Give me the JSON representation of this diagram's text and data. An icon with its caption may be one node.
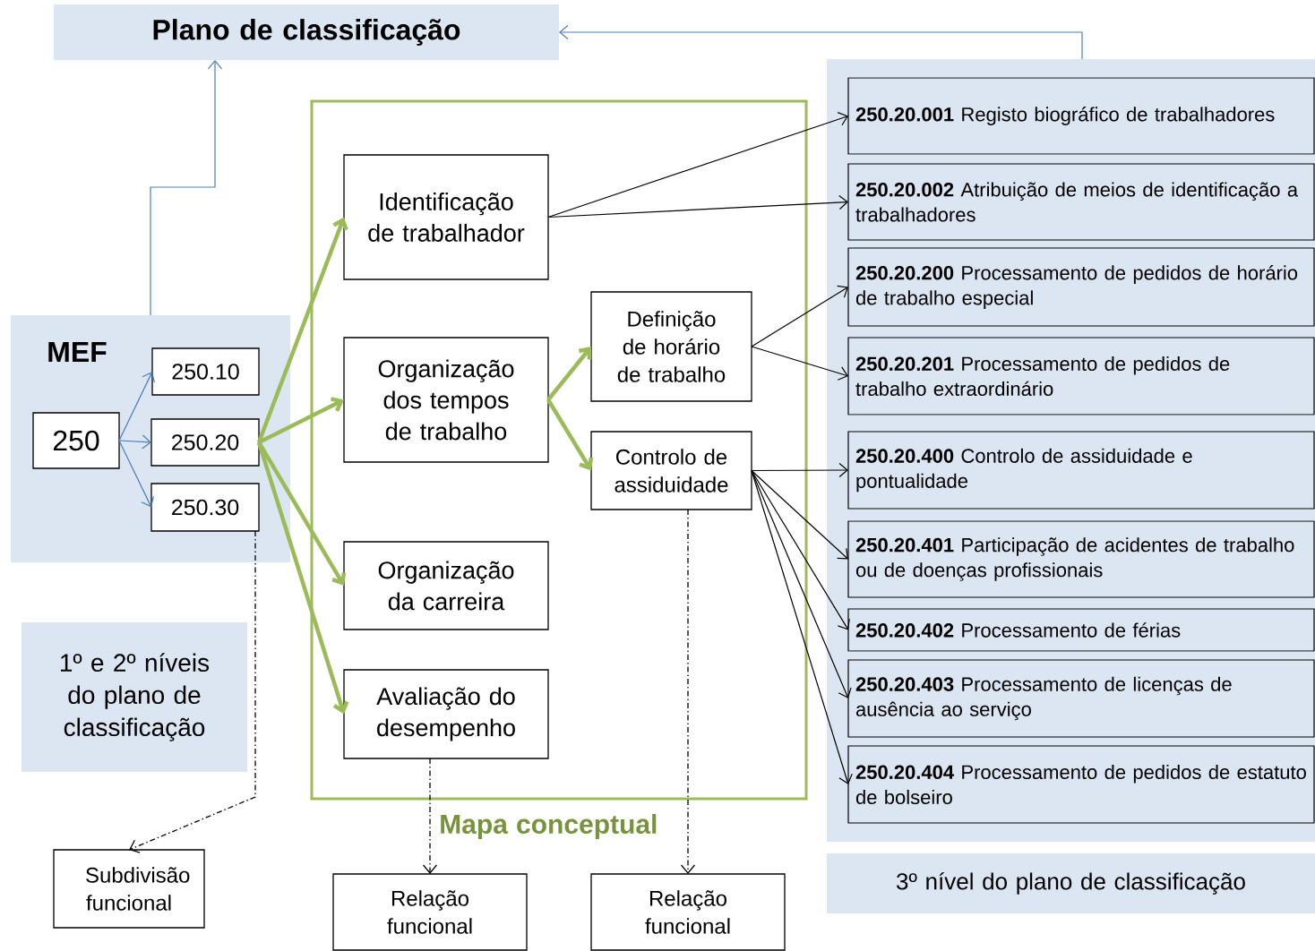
{
  "diagram": {
    "nodes": [
      {
        "text": [
          "Plano de classificação"
        ]
      },
      {
        "text": [
          "MEF"
        ]
      },
      {
        "text": [
          "250"
        ],
        "in": 1
      },
      {
        "text": [
          "250.10"
        ],
        "in": 1
      },
      {
        "text": [
          "250.20"
        ],
        "in": 1
      },
      {
        "text": [
          "250.30"
        ],
        "in": 1
      },
      {
        "text": [
          "1º e 2º níveis do plano de classificação"
        ]
      },
      {
        "text": [
          "Mapa conceptual"
        ]
      },
      {
        "text": [
          "Identificação de trabalhador"
        ],
        "in": 7
      },
      {
        "text": [
          "Organização dos tempos de trabalho"
        ],
        "in": 7
      },
      {
        "text": [
          "Organização da carreira"
        ],
        "in": 7
      },
      {
        "text": [
          "Avaliação do desempenho"
        ],
        "in": 7
      },
      {
        "text": [
          "Definição de horário de trabalho"
        ],
        "in": 7
      },
      {
        "text": [
          "Controlo de assiduidade"
        ],
        "in": 7
      },
      {
        "text": [],
        "shape": "box"
      },
      {
        "text": [
          "**250.20.001** Registo biográfico de trabalhadores"
        ],
        "in": 14
      },
      {
        "text": [
          "**250.20.002** Atribuição de meios de identificação a trabalhadores"
        ],
        "in": 14
      },
      {
        "text": [
          "**250.20.200** Processamento de pedidos de horário de trabalho especial"
        ],
        "in": 14
      },
      {
        "text": [
          "**250.20.201** Processamento de pedidos de trabalho extraordinário"
        ],
        "in": 14
      },
      {
        "text": [
          "**250.20.400** Controlo de assiduidade e pontualidade"
        ],
        "in": 14
      },
      {
        "text": [
          "**250.20.401** Participação de acidentes de trabalho ou de doenças profissionais"
        ],
        "in": 14
      },
      {
        "text": [
          "**250.20.402** Processamento de férias"
        ],
        "in": 14
      },
      {
        "text": [
          "**250.20.403** Processamento de licenças de ausência ao serviço"
        ],
        "in": 14
      },
      {
        "text": [
          "**250.20.404** Processamento de pedidos de estatuto de bolseiro"
        ],
        "in": 14
      },
      {
        "text": [
          "3º nível do plano de classificação"
        ]
      },
      {
        "text": [
          "Subdivisão funcional"
        ]
      },
      {
        "text": [
          "Relação funcional"
        ]
      },
      {
        "text": [
          "Relação funcional"
        ]
      }
    ],
    "edges": [
      {
        "from": 1,
        "to": 0,
        "arrow": "to",
        "color": "#4a7ebb"
      },
      {
        "from": 14,
        "to": 0,
        "arrow": "to",
        "color": "#4a7ebb"
      },
      {
        "from": 2,
        "to": 3,
        "arrow": "to",
        "color": "#4a7ebb"
      },
      {
        "from": 2,
        "to": 4,
        "arrow": "to",
        "color": "#4a7ebb"
      },
      {
        "from": 2,
        "to": 5,
        "arrow": "to",
        "color": "#4a7ebb"
      },
      {
        "from": 4,
        "to": 8,
        "arrow": "to",
        "style": "thick",
        "color": "#9bbb59"
      },
      {
        "from": 4,
        "to": 9,
        "arrow": "to",
        "style": "thick",
        "color": "#9bbb59"
      },
      {
        "from": 4,
        "to": 10,
        "arrow": "to",
        "style": "thick",
        "color": "#9bbb59"
      },
      {
        "from": 4,
        "to": 11,
        "arrow": "to",
        "style": "thick",
        "color": "#9bbb59"
      },
      {
        "from": 9,
        "to": 12,
        "arrow": "to",
        "style": "thick",
        "color": "#9bbb59"
      },
      {
        "from": 9,
        "to": 13,
        "arrow": "to",
        "style": "thick",
        "color": "#9bbb59"
      },
      {
        "from": 8,
        "to": 15,
        "arrow": "to"
      },
      {
        "from": 8,
        "to": 16,
        "arrow": "to"
      },
      {
        "from": 12,
        "to": 17,
        "arrow": "to"
      },
      {
        "from": 12,
        "to": 18,
        "arrow": "to"
      },
      {
        "from": 13,
        "to": 19,
        "arrow": "to"
      },
      {
        "from": 13,
        "to": 20,
        "arrow": "to"
      },
      {
        "from": 13,
        "to": 21,
        "arrow": "to"
      },
      {
        "from": 13,
        "to": 22,
        "arrow": "to"
      },
      {
        "from": 13,
        "to": 23,
        "arrow": "to"
      },
      {
        "from": 5,
        "to": 25,
        "arrow": "to",
        "style": "dashed"
      },
      {
        "from": 11,
        "to": 26,
        "arrow": "to",
        "style": "dashed"
      },
      {
        "from": 13,
        "to": 27,
        "arrow": "to",
        "style": "dashed"
      }
    ]
  }
}
